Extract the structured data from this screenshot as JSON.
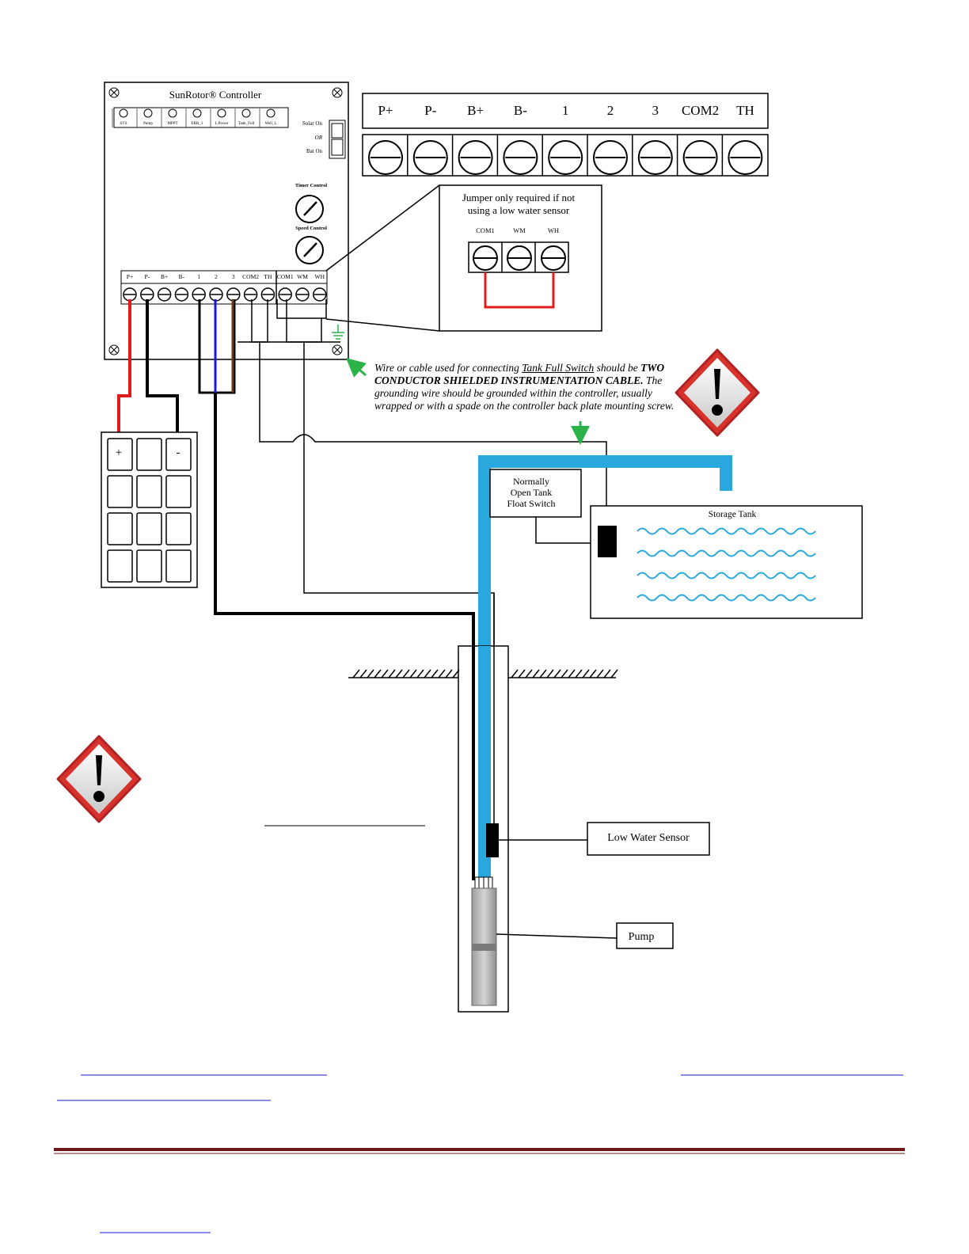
{
  "controller": {
    "title": "SunRotor® Controller",
    "leds": [
      "SYS",
      "Pump",
      "MPPT",
      "ERR_1",
      "L Power",
      "Tank_Full",
      "Well_L"
    ],
    "switch_labels": [
      "Solar On",
      "OR",
      "Bat On"
    ],
    "knobs": [
      "Timer Control",
      "Speed Control"
    ],
    "terminals": [
      "P+",
      "P-",
      "B+",
      "B-",
      "1",
      "2",
      "3",
      "COM2",
      "TH",
      "COM1",
      "WM",
      "WH"
    ]
  },
  "terminal_strip": {
    "labels": [
      "P+",
      "P-",
      "B+",
      "B-",
      "1",
      "2",
      "3",
      "COM2",
      "TH"
    ]
  },
  "jumper": {
    "line1": "Jumper only required if not",
    "line2": "using a low water sensor",
    "terminals": [
      "COM1",
      "WM",
      "WH"
    ]
  },
  "note": {
    "part1": "Wire or cable used for connecting ",
    "link": "Tank Full Switch",
    "part2": " should be ",
    "bold": "TWO CONDUCTOR SHIELDED INSTRUMENTATION CABLE.",
    "part3": " The grounding wire should be grounded within the controller, usually wrapped or with a spade on the controller back plate mounting screw."
  },
  "solar_panel": {
    "plus": "+",
    "minus": "-"
  },
  "float_switch": {
    "line1": "Normally",
    "line2": "Open Tank",
    "line3": "Float Switch"
  },
  "storage_tank": {
    "label": "Storage Tank"
  },
  "low_water_sensor": {
    "label": "Low Water Sensor"
  },
  "pump": {
    "label": "Pump"
  },
  "colors": {
    "pipe": "#29a8dd",
    "positive_wire": "#e11b1b",
    "blue_wire": "#1a1ad6",
    "brown_wire": "#6b3a1a",
    "warning_red": "#d8322c",
    "ground": "#2bb34a",
    "footer_rule": "#6d1a1a"
  }
}
